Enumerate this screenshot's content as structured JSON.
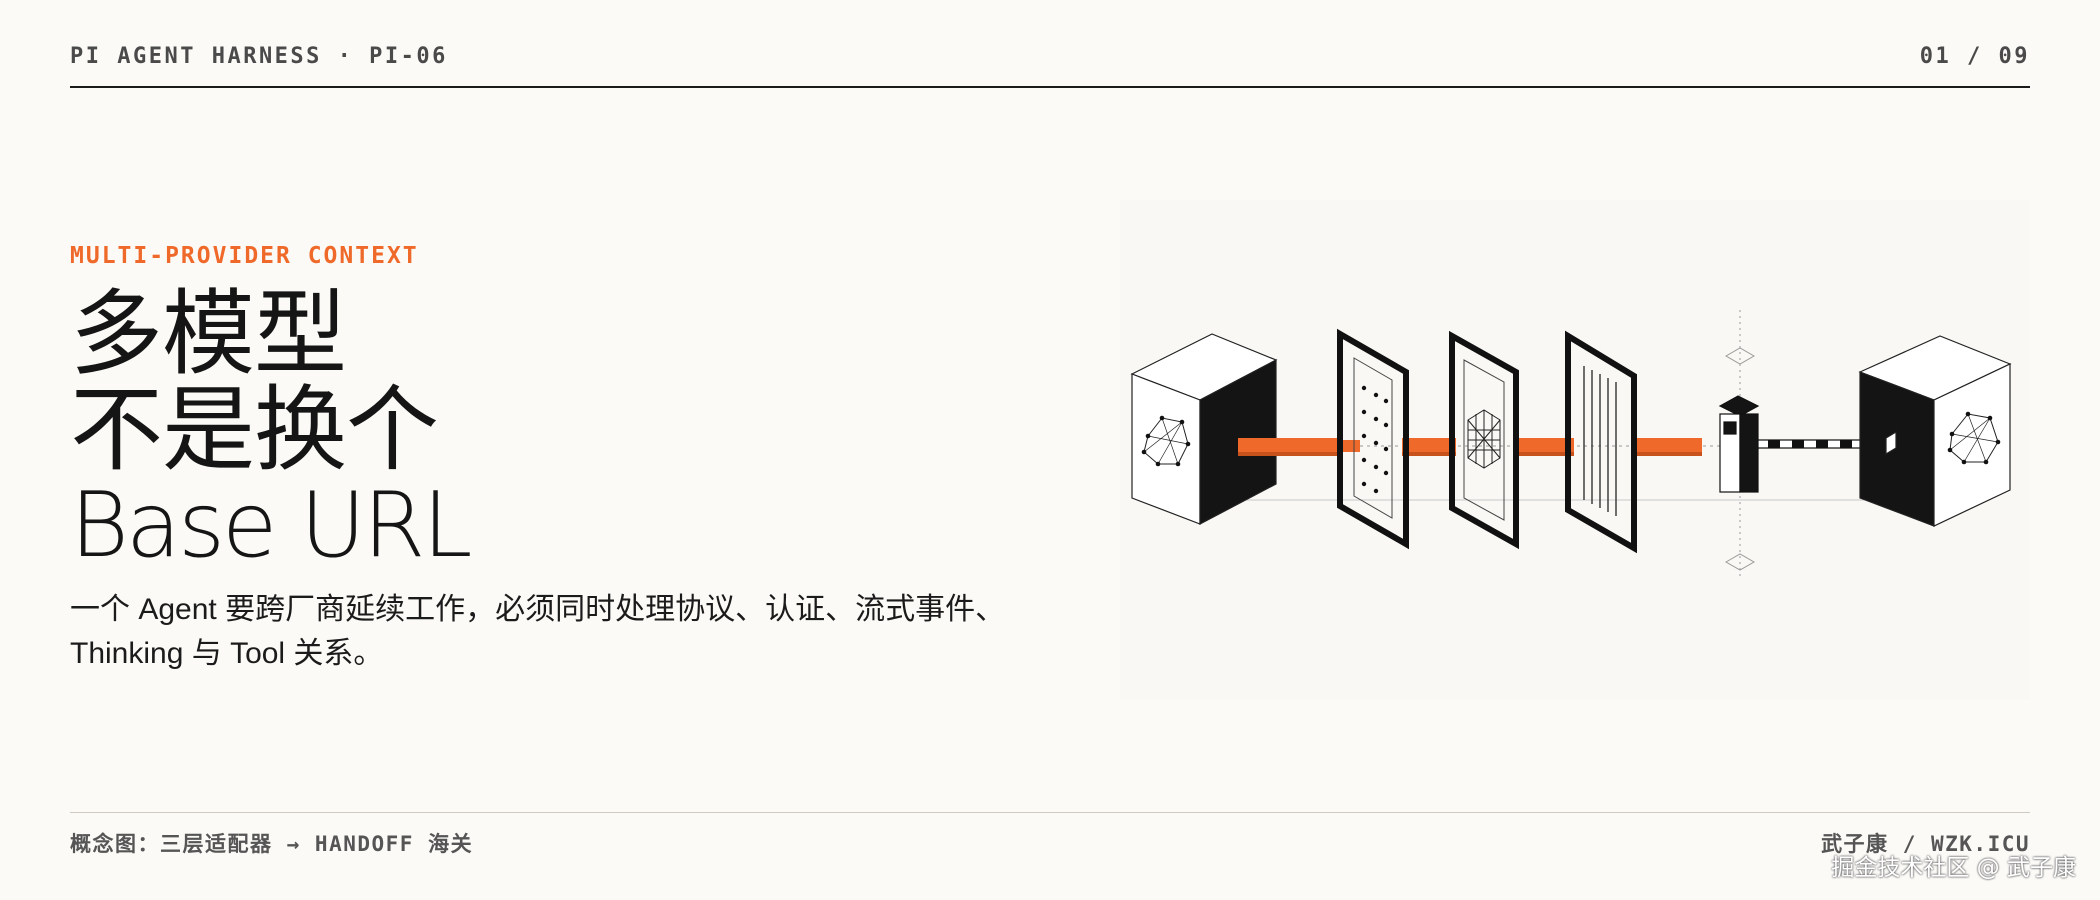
{
  "header": {
    "series": "PI AGENT HARNESS · PI-06",
    "page_counter": "01 / 09"
  },
  "hero": {
    "eyebrow": "MULTI-PROVIDER CONTEXT",
    "title_lines": [
      "多模型",
      "不是换个",
      "Base URL"
    ],
    "subtitle_lines": [
      "一个 Agent 要跨厂商延续工作，必须同时处理协议、认证、流式事件、",
      "Thinking 与 Tool 关系。"
    ]
  },
  "footer": {
    "caption": "概念图：三层适配器 → HANDOFF 海关",
    "author": "武子康 / WZK.ICU",
    "watermark": "掘金技术社区 @ 武子康"
  },
  "colors": {
    "accent": "#ef6a2a",
    "ink": "#141414",
    "background": "#fbfaf7"
  },
  "illustration": {
    "icons": [
      "source-cube-icon",
      "dot-grid-layer-icon",
      "hex-mesh-layer-icon",
      "stripes-layer-icon",
      "customs-booth-icon",
      "barrier-arm-icon",
      "target-cube-icon"
    ]
  }
}
